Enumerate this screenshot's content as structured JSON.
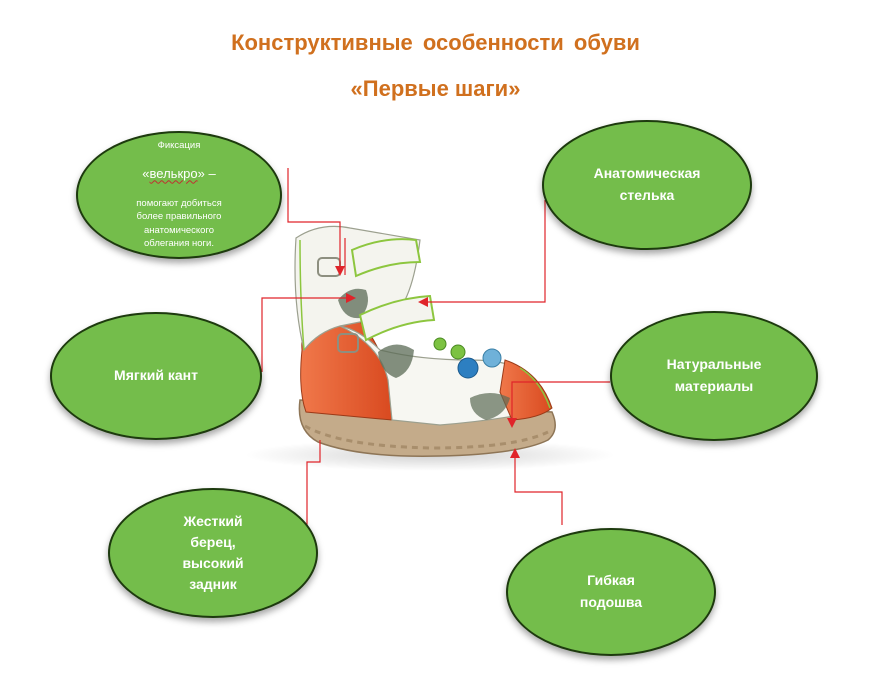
{
  "title": {
    "line1": "Конструктивные  особенности  обуви",
    "line2": "«Первые шаги»"
  },
  "bubbles": {
    "fixation": {
      "line1": "Фиксация",
      "open_quote": "«",
      "velcro": "велькро",
      "close_quote": "» –",
      "rest": "помогают добиться\nболее правильного\nанатомического\nоблегания ноги."
    },
    "insole": "Анатомическая\nстелька",
    "soft_edge": "Мягкий кант",
    "natural": "Натуральные\nматериалы",
    "heel": "Жесткий\nберец,\nвысокий\nзадник",
    "sole": "Гибкая\nподошва"
  },
  "colors": {
    "title": "#d0701e",
    "bubble_fill": "#74bd4b",
    "bubble_border": "#1d3a0e",
    "connector": "#e0242a",
    "shoe_white": "#f4f4ee",
    "shoe_orange": "#e7582a",
    "shoe_sole": "#c4ab8a",
    "trim_green": "#8dc63f"
  },
  "icons": [
    "sandal-illustration",
    "arrow-icon"
  ]
}
